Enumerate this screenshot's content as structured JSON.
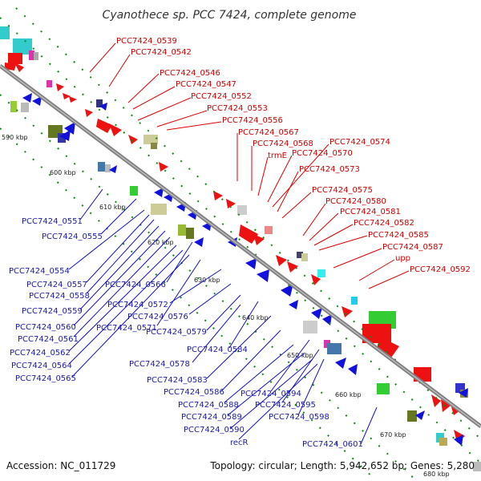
{
  "title": "Cyanothece sp. PCC 7424, complete genome",
  "accession": "Accession: NC_011729",
  "summary": "Topology: circular; Length: 5,942,652 bp; Genes: 5,280",
  "colors": {
    "forward": "#ee1111",
    "reverse": "#1111dd",
    "backbone": "#808080",
    "ticks": "#118811",
    "red_label": "#cc0000",
    "blue_label": "#1a1aa8"
  },
  "kbp_ticks": [
    "590 kbp",
    "600 kbp",
    "610 kbp",
    "620 kbp",
    "630 kbp",
    "640 kbp",
    "650 kbp",
    "660 kbp",
    "670 kbp",
    "680 kbp"
  ],
  "forward_labels": [
    "PCC7424_0539",
    "PCC7424_0542",
    "PCC7424_0546",
    "PCC7424_0547",
    "PCC7424_0552",
    "PCC7424_0553",
    "PCC7424_0556",
    "PCC7424_0567",
    "PCC7424_0568",
    "trmE",
    "PCC7424_0570",
    "PCC7424_0574",
    "PCC7424_0573",
    "PCC7424_0575",
    "PCC7424_0580",
    "PCC7424_0581",
    "PCC7424_0582",
    "PCC7424_0585",
    "PCC7424_0587",
    "upp",
    "PCC7424_0592"
  ],
  "reverse_labels": [
    "PCC7424_0551",
    "PCC7424_0555",
    "PCC7424_0554",
    "PCC7424_0557",
    "PCC7424_0566",
    "PCC7424_0558",
    "PCC7424_0559",
    "PCC7424_0572",
    "PCC7424_0576",
    "PCC7424_0560",
    "PCC7424_0571",
    "PCC7424_0579",
    "PCC7424_0561",
    "PCC7424_0584",
    "PCC7424_0562",
    "PCC7424_0578",
    "PCC7424_0564",
    "PCC7424_0583",
    "PCC7424_0565",
    "PCC7424_0586",
    "PCC7424_0594",
    "PCC7424_0588",
    "PCC7424_0595",
    "PCC7424_0589",
    "PCC7424_0598",
    "PCC7424_0590",
    "recR",
    "PCC7424_0601"
  ]
}
